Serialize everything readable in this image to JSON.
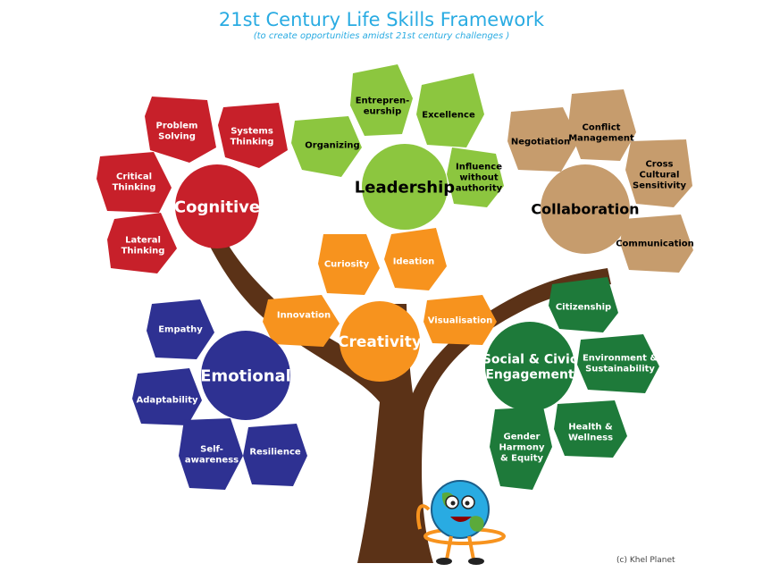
{
  "title": "21st Century Life Skills Framework",
  "subtitle": "(to create opportunities amidst 21st century challenges )",
  "credit": "(c) Khel Planet",
  "colors": {
    "title": "#29ABE2",
    "trunk": "#5B3217",
    "cognitive": "#C7202A",
    "leadership": "#8CC63F",
    "collaboration": "#C69C6D",
    "creativity": "#F7931E",
    "emotional": "#2E3192",
    "social": "#1E7A3A"
  },
  "clusters": {
    "cognitive": {
      "label": "Cognitive",
      "leaves": [
        "Problem\nSolving",
        "Systems\nThinking",
        "Critical\nThinking",
        "Lateral\nThinking"
      ]
    },
    "leadership": {
      "label": "Leadership",
      "leaves": [
        "Entrepren-\neurship",
        "Excellence",
        "Organizing",
        "Influence\nwithout\nauthority"
      ]
    },
    "collaboration": {
      "label": "Collaboration",
      "leaves": [
        "Negotiation",
        "Conflict\nManagement",
        "Cross\nCultural\nSensitivity",
        "Communication"
      ]
    },
    "creativity": {
      "label": "Creativity",
      "leaves": [
        "Curiosity",
        "Ideation",
        "Innovation",
        "Visualisation"
      ]
    },
    "emotional": {
      "label": "Emotional",
      "leaves": [
        "Empathy",
        "Adaptability",
        "Self-\nawareness",
        "Resilience"
      ]
    },
    "social": {
      "label": "Social & Civic\nEngagement",
      "leaves": [
        "Citizenship",
        "Environment &\nSustainability",
        "Health &\nWellness",
        "Gender\nHarmony\n& Equity"
      ]
    }
  }
}
